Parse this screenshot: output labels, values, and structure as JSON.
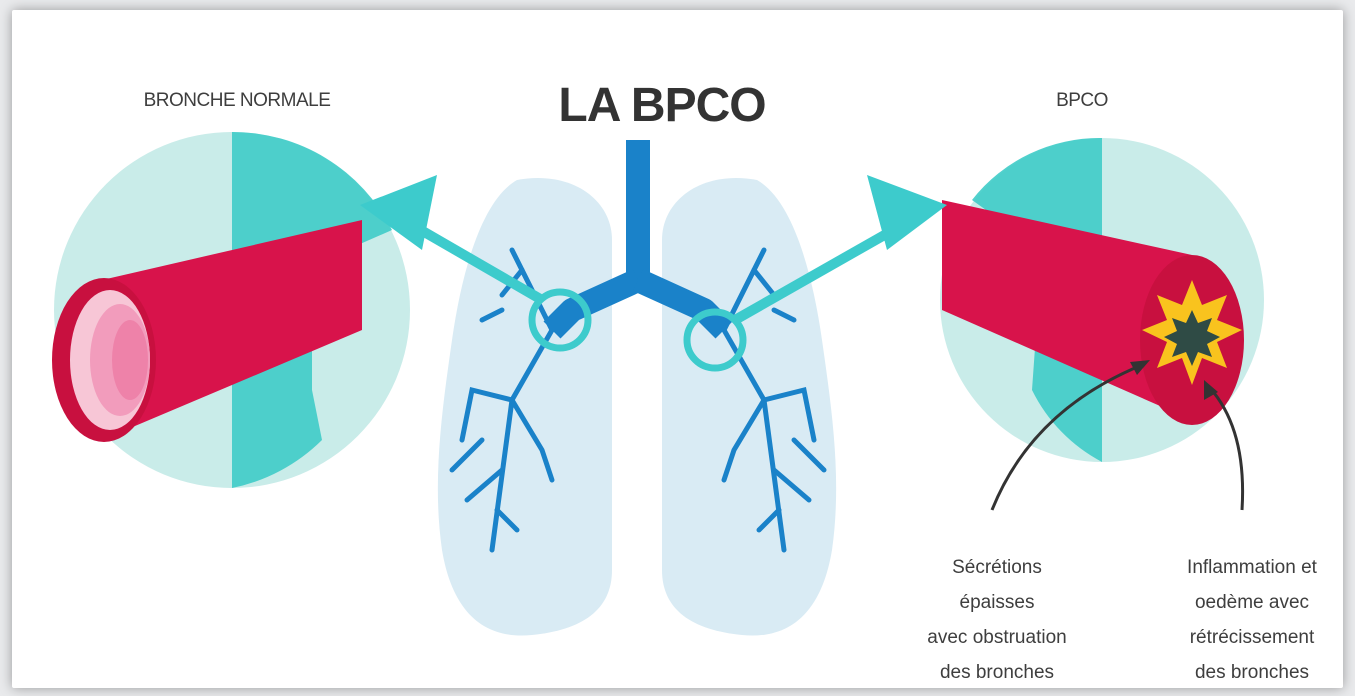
{
  "title": "LA BPCO",
  "labels": {
    "normal": "BRONCHE NORMALE",
    "copd": "BPCO",
    "secretions": "Sécrétions\népaisses\navec obstruation\ndes bronches",
    "inflammation": "Inflammation et\noedème avec\nrétrécissement\ndes bronches"
  },
  "colors": {
    "airway": "#d8134b",
    "airway_dark": "#bf0f41",
    "lumen_pink": "#f29cbc",
    "circle_light": "#c9ece9",
    "circle_teal": "#3fccc8",
    "lung_fill": "#d9ebf4",
    "bronchi": "#1a82c9",
    "arrow": "#3dcbcc",
    "inflammation_star": "#f9c31e",
    "mucus": "#2f4b45"
  }
}
